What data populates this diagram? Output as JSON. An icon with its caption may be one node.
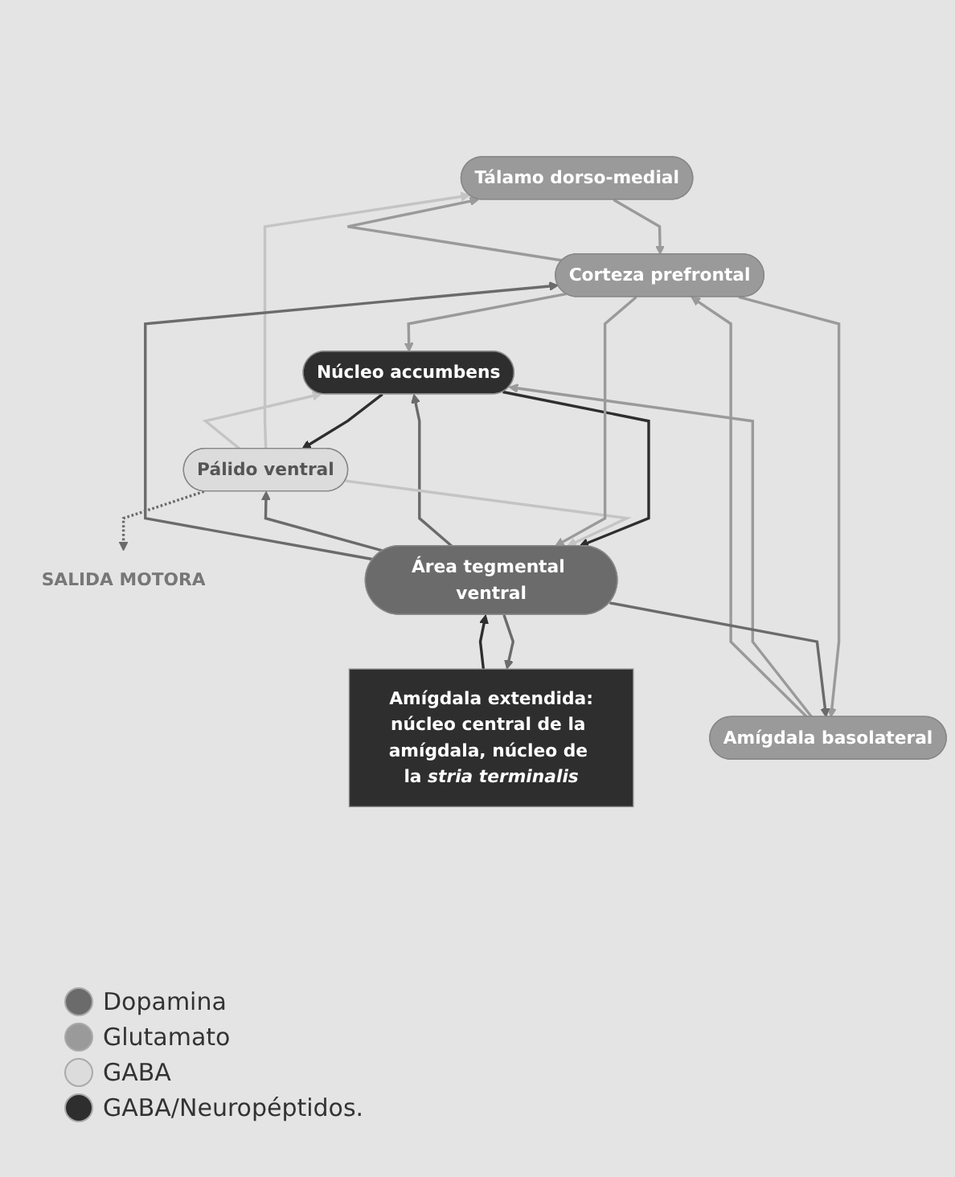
{
  "diagram": {
    "nodes": [
      {
        "text": [
          "Tálamo dorso-medial"
        ]
      },
      {
        "text": [
          "Pálido ventral"
        ]
      },
      {
        "text": [
          "Núcleo accumbens"
        ]
      },
      {
        "text": [
          "Corteza prefrontal"
        ]
      },
      {
        "text": [
          "SALIDA MOTORA"
        ]
      },
      {
        "text": [
          "Área tegmental ventral"
        ]
      },
      {
        "text": [
          "Amígdala basolateral"
        ]
      },
      {
        "text": [
          "Amígdala extendida:",
          "núcleo central de la amígdala, núcleo de la *stria terminalis*"
        ]
      }
    ],
    "edges": [
      {
        "from": 1,
        "to": 0,
        "arrow": "to",
        "color": "#c4c4c4"
      },
      {
        "from": 3,
        "to": 0,
        "arrow": "to"
      },
      {
        "from": 0,
        "to": 3,
        "arrow": "to"
      },
      {
        "from": 1,
        "to": 2,
        "arrow": "to",
        "color": "#c4c4c4"
      },
      {
        "from": 2,
        "to": 1,
        "arrow": "to",
        "color": "#2e2e2e"
      },
      {
        "from": 3,
        "to": 2,
        "arrow": "to"
      },
      {
        "from": 1,
        "to": 4,
        "arrow": "to",
        "style": "dashed",
        "color": "#6b6b6b"
      },
      {
        "from": 2,
        "to": 5,
        "arrow": "to",
        "color": "#2e2e2e"
      },
      {
        "from": 5,
        "to": 2,
        "arrow": "to",
        "color": "#6b6b6b"
      },
      {
        "from": 5,
        "to": 1,
        "arrow": "to",
        "color": "#6b6b6b"
      },
      {
        "from": 1,
        "to": 5,
        "arrow": "to",
        "color": "#c4c4c4"
      },
      {
        "from": 5,
        "to": 3,
        "arrow": "to",
        "color": "#6b6b6b"
      },
      {
        "from": 3,
        "to": 5,
        "arrow": "to"
      },
      {
        "from": 6,
        "to": 2,
        "arrow": "to"
      },
      {
        "from": 6,
        "to": 3,
        "arrow": "to"
      },
      {
        "from": 3,
        "to": 6,
        "arrow": "to"
      },
      {
        "from": 5,
        "to": 6,
        "arrow": "to",
        "color": "#6b6b6b"
      },
      {
        "from": 5,
        "to": 7,
        "arrow": "to",
        "color": "#6b6b6b"
      },
      {
        "from": 7,
        "to": 5,
        "arrow": "to",
        "color": "#2e2e2e"
      }
    ],
    "legend": [
      {
        "text": "Dopamina",
        "color": "#6b6b6b"
      },
      {
        "text": "Glutamato",
        "color": "#9a9a9a"
      },
      {
        "text": "GABA",
        "color": "#dcdcdc"
      },
      {
        "text": "GABA/Neuropéptidos.",
        "color": "#2e2e2e"
      }
    ]
  }
}
